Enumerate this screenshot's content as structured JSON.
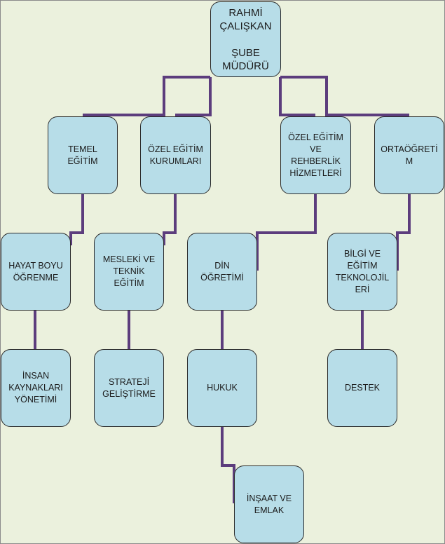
{
  "colors": {
    "background": "#ebf1dd",
    "box_fill": "#b7dde8",
    "connector": "#5c3d7d"
  },
  "nodes": {
    "root": "RAHMİ\nÇALIŞKAN\n\nŞUBE\nMÜDÜRÜ",
    "temel": "TEMEL\nEĞİTİM",
    "ozel_kurum": "ÖZEL EĞİTİM\nKURUMLARI",
    "ozel_rehber": "ÖZEL EĞİTİM\nVE\nREHBERLİK\nHİZMETLERİ",
    "ortaogretim": "ORTAÖĞRETİ\nM",
    "hayat": "HAYAT BOYU\nÖĞRENME",
    "mesleki": "MESLEKİ VE\nTEKNİK\nEĞİTİM",
    "din": "DİN\nÖĞRETİMİ",
    "bilgi": "BİLGİ VE\nEĞİTİM\nTEKNOLOJİL\nERİ",
    "insan": "İNSAN\nKAYNAKLARI\nYÖNETİMİ",
    "strateji": "STRATEJİ\nGELİŞTİRME",
    "hukuk": "HUKUK",
    "destek": "DESTEK",
    "insaat": "İNŞAAT VE\nEMLAK"
  }
}
